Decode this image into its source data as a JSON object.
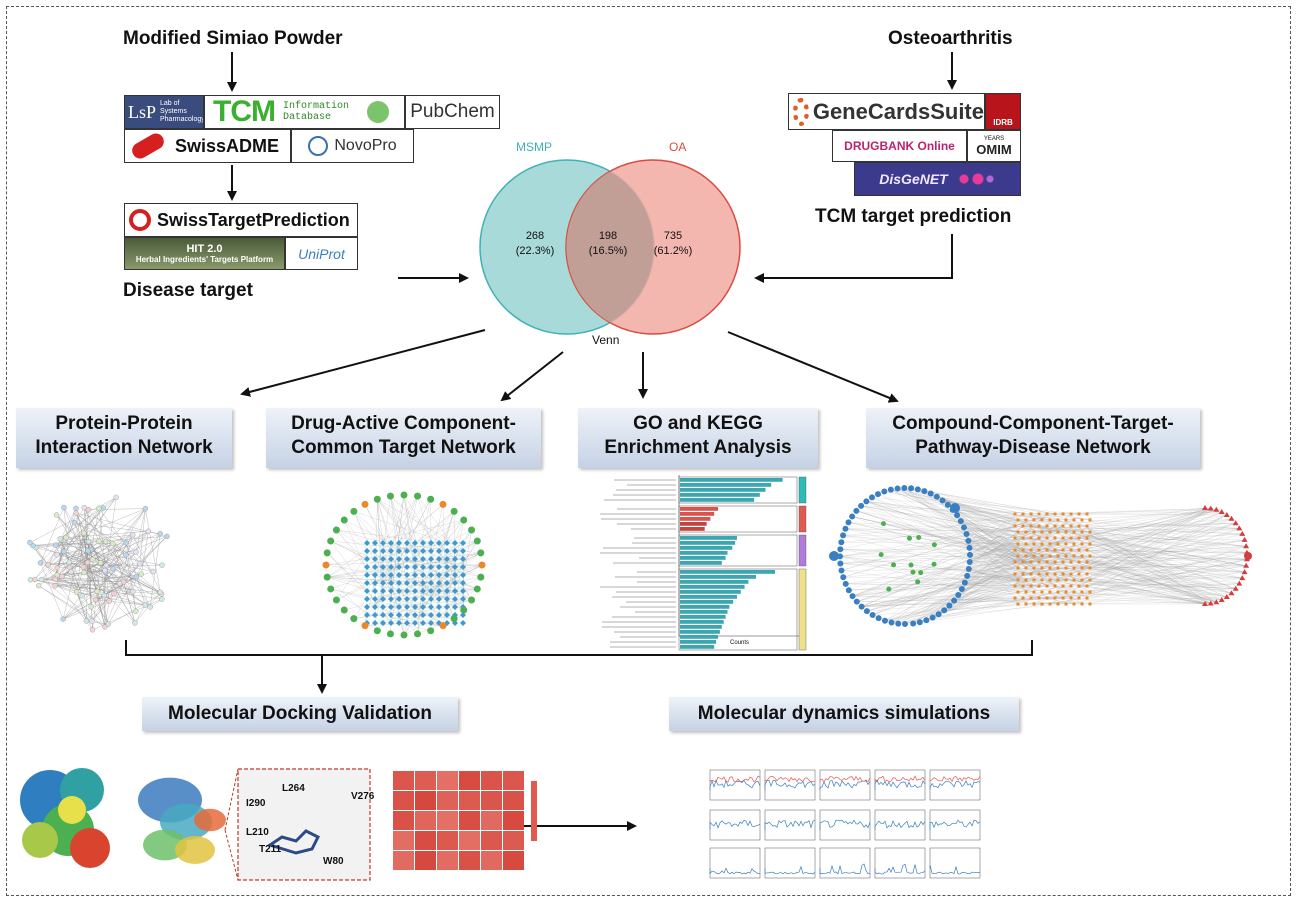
{
  "left_input": {
    "title": "Modified Simiao Powder",
    "logos": {
      "lsp": "LsP",
      "lsp_sub": "Lab of Systems Pharmacology",
      "tcm": "TCM",
      "tcm_sub": "Information Database",
      "pubchem": "PubChem",
      "swissadme": "SwissADME",
      "novopro": "NovoPro",
      "swisstarget": "SwissTargetPrediction",
      "hit": "HIT 2.0",
      "hit_sub": "Herbal Ingredients' Targets Platform",
      "uniprot": "UniProt"
    },
    "caption": "Disease target"
  },
  "right_input": {
    "title": "Osteoarthritis",
    "logos": {
      "genecards": "GeneCardsSuite",
      "idrb": "IDRB",
      "drugbank": "DRUGBANK Online",
      "omim": "OMIM",
      "omim_years": "YEARS",
      "disgenet": "DisGeNET"
    },
    "caption": "TCM target prediction"
  },
  "venn": {
    "left_label": "MSMP",
    "right_label": "OA",
    "left_count": "268",
    "left_pct": "(22.3%)",
    "center_count": "198",
    "center_pct": "(16.5%)",
    "right_count": "735",
    "right_pct": "(61.2%)",
    "caption": "Venn",
    "left_color": "#a8dada",
    "right_color": "#f2aaa2"
  },
  "analyses": [
    {
      "line1": "Protein-Protein",
      "line2": "Interaction Network"
    },
    {
      "line1": "Drug-Active Component-",
      "line2": "Common Target Network"
    },
    {
      "line1": "GO and KEGG",
      "line2": "Enrichment Analysis"
    },
    {
      "line1": "Compound-Component-Target-",
      "line2": "Pathway-Disease Network"
    }
  ],
  "validation": {
    "docking": "Molecular Docking Validation",
    "dynamics": "Molecular dynamics simulations",
    "residues": [
      "L264",
      "I290",
      "V276",
      "L210",
      "T211",
      "W80"
    ]
  },
  "enrichment": {
    "axis_label": "Counts",
    "bar_color": "#3aa7b2"
  },
  "colors": {
    "band_top": "#eef2f8",
    "band_bottom": "#c5d2e5",
    "node_blue": "#3a7fc1",
    "node_green": "#4caf50",
    "node_orange": "#e88a2b",
    "node_red": "#d63c3c"
  }
}
